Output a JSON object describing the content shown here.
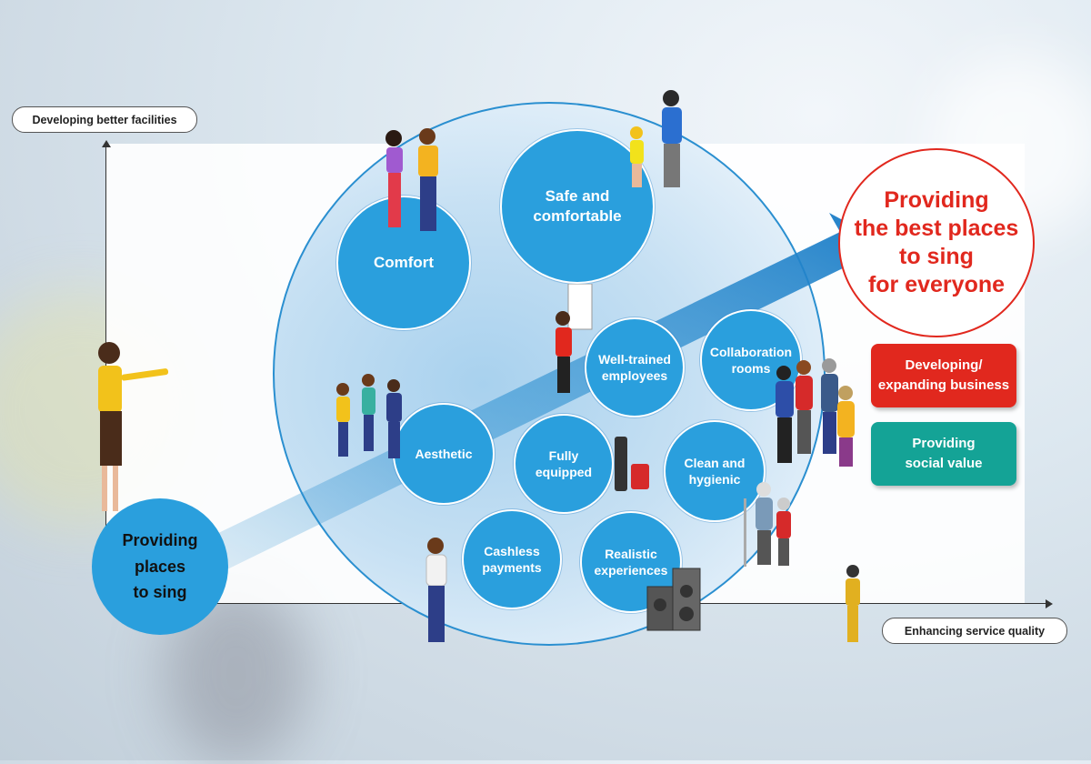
{
  "axes": {
    "y_label": "Developing better facilities",
    "x_label": "Enhancing service quality"
  },
  "start": {
    "label": "Providing\nplaces\nto sing"
  },
  "goal": {
    "label": "Providing\nthe best places\nto sing\nfor everyone"
  },
  "nodes": [
    {
      "id": "comfort",
      "label": "Comfort"
    },
    {
      "id": "safe",
      "label": "Safe and\ncomfortable"
    },
    {
      "id": "trained",
      "label": "Well-trained\nemployees"
    },
    {
      "id": "collab",
      "label": "Collaboration\nrooms"
    },
    {
      "id": "aesthetic",
      "label": "Aesthetic"
    },
    {
      "id": "equipped",
      "label": "Fully\nequipped"
    },
    {
      "id": "clean",
      "label": "Clean and\nhygienic"
    },
    {
      "id": "cashless",
      "label": "Cashless\npayments"
    },
    {
      "id": "realistic",
      "label": "Realistic\nexperiences"
    }
  ],
  "tags": {
    "business": "Developing/\nexpanding business",
    "social": "Providing\nsocial value"
  },
  "colors": {
    "node_blue": "#2a9fdd",
    "goal_red": "#e1281e",
    "business_red": "#e1281e",
    "social_teal": "#14a396"
  }
}
